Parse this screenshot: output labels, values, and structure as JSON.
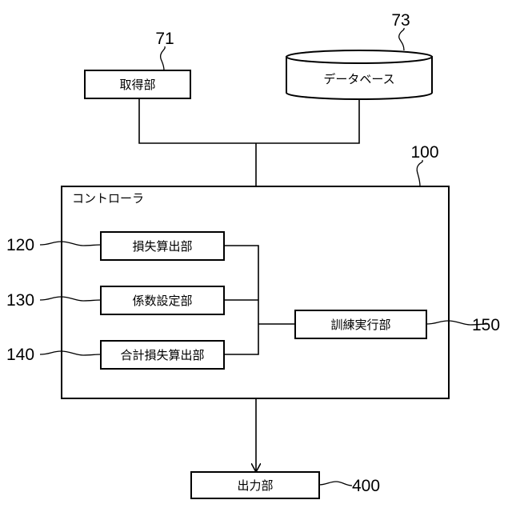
{
  "acquisition": {
    "label": "取得部",
    "ref": "71"
  },
  "database": {
    "label": "データベース",
    "ref": "73"
  },
  "controller": {
    "label": "コントローラ",
    "ref": "100"
  },
  "loss_calc": {
    "label": "損失算出部",
    "ref": "120"
  },
  "coef_setting": {
    "label": "係数設定部",
    "ref": "130"
  },
  "total_loss_calc": {
    "label": "合計損失算出部",
    "ref": "140"
  },
  "training_exec": {
    "label": "訓練実行部",
    "ref": "150"
  },
  "output": {
    "label": "出力部",
    "ref": "400"
  }
}
